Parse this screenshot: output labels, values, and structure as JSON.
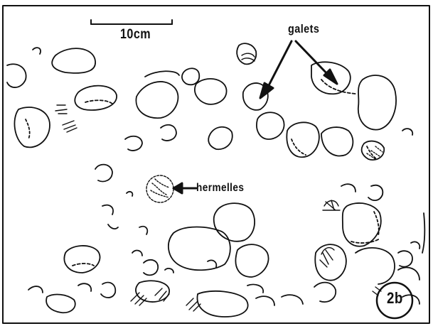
{
  "figure": {
    "scale_label": "10cm",
    "labels": {
      "galets": "galets",
      "hermelles": "hermelles"
    },
    "panel_label": "2b"
  }
}
